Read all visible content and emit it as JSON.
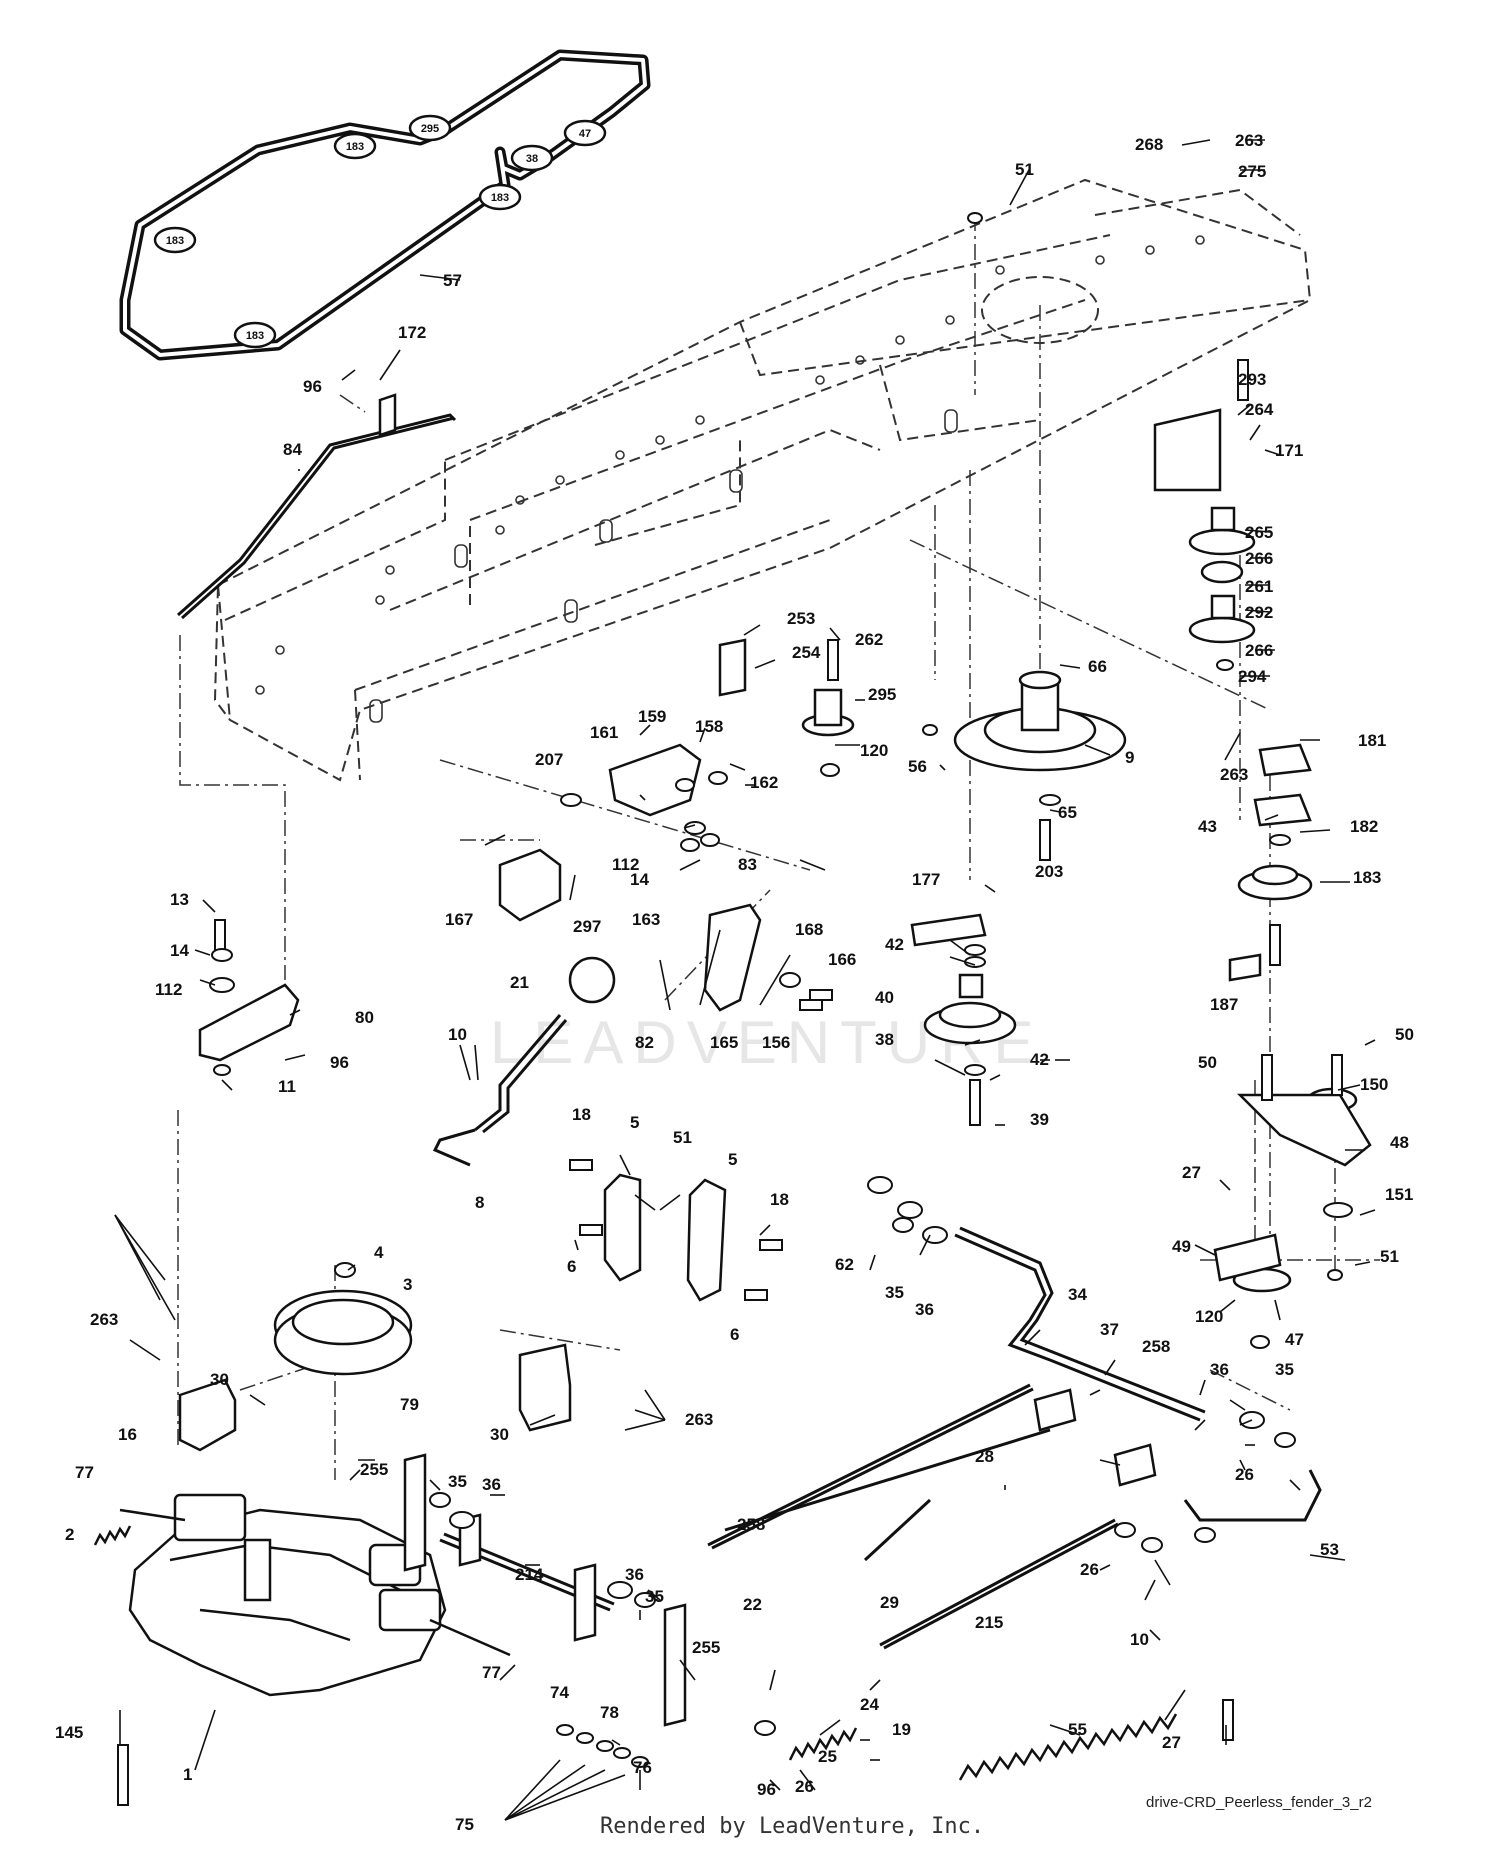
{
  "watermark": "LEADVENTURE",
  "footer": {
    "drawing_code": "drive-CRD_Peerless_fender_3_r2",
    "credit": "Rendered by LeadVenture, Inc."
  },
  "colors": {
    "ink": "#111111",
    "frame_dash": "#333333",
    "watermark": "#e6e6e6",
    "background": "#ffffff"
  },
  "belt_pulleys": [
    {
      "id": "183a",
      "label": "183"
    },
    {
      "id": "295",
      "label": "295"
    },
    {
      "id": "47",
      "label": "47"
    },
    {
      "id": "38",
      "label": "38"
    },
    {
      "id": "183b",
      "label": "183"
    },
    {
      "id": "183c",
      "label": "183"
    },
    {
      "id": "183d",
      "label": "183"
    }
  ],
  "part_labels": [
    {
      "id": "p57",
      "text": "57"
    },
    {
      "id": "p268",
      "text": "268"
    },
    {
      "id": "p263a",
      "text": "263"
    },
    {
      "id": "p275",
      "text": "275"
    },
    {
      "id": "p51a",
      "text": "51"
    },
    {
      "id": "p172",
      "text": "172"
    },
    {
      "id": "p96a",
      "text": "96"
    },
    {
      "id": "p84",
      "text": "84"
    },
    {
      "id": "p293",
      "text": "293"
    },
    {
      "id": "p264",
      "text": "264"
    },
    {
      "id": "p171",
      "text": "171"
    },
    {
      "id": "p265",
      "text": "265"
    },
    {
      "id": "p266a",
      "text": "266"
    },
    {
      "id": "p261",
      "text": "261"
    },
    {
      "id": "p292",
      "text": "292"
    },
    {
      "id": "p266b",
      "text": "266"
    },
    {
      "id": "p294",
      "text": "294"
    },
    {
      "id": "p253",
      "text": "253"
    },
    {
      "id": "p254",
      "text": "254"
    },
    {
      "id": "p262",
      "text": "262"
    },
    {
      "id": "p66",
      "text": "66"
    },
    {
      "id": "p295",
      "text": "295"
    },
    {
      "id": "p120a",
      "text": "120"
    },
    {
      "id": "p56",
      "text": "56"
    },
    {
      "id": "p9",
      "text": "9"
    },
    {
      "id": "p263b",
      "text": "263"
    },
    {
      "id": "p181",
      "text": "181"
    },
    {
      "id": "p159",
      "text": "159"
    },
    {
      "id": "p158",
      "text": "158"
    },
    {
      "id": "p161",
      "text": "161"
    },
    {
      "id": "p207",
      "text": "207"
    },
    {
      "id": "p162",
      "text": "162"
    },
    {
      "id": "p65",
      "text": "65"
    },
    {
      "id": "p43",
      "text": "43"
    },
    {
      "id": "p182",
      "text": "182"
    },
    {
      "id": "p112a",
      "text": "112"
    },
    {
      "id": "p14a",
      "text": "14"
    },
    {
      "id": "p83",
      "text": "83"
    },
    {
      "id": "p203",
      "text": "203"
    },
    {
      "id": "p177",
      "text": "177"
    },
    {
      "id": "p183p",
      "text": "183"
    },
    {
      "id": "p13",
      "text": "13"
    },
    {
      "id": "p167",
      "text": "167"
    },
    {
      "id": "p297",
      "text": "297"
    },
    {
      "id": "p163",
      "text": "163"
    },
    {
      "id": "p42a",
      "text": "42"
    },
    {
      "id": "p14b",
      "text": "14"
    },
    {
      "id": "p168",
      "text": "168"
    },
    {
      "id": "p166",
      "text": "166"
    },
    {
      "id": "p187",
      "text": "187"
    },
    {
      "id": "p112b",
      "text": "112"
    },
    {
      "id": "p80",
      "text": "80"
    },
    {
      "id": "p21",
      "text": "21"
    },
    {
      "id": "p40",
      "text": "40"
    },
    {
      "id": "p82",
      "text": "82"
    },
    {
      "id": "p165",
      "text": "165"
    },
    {
      "id": "p156",
      "text": "156"
    },
    {
      "id": "p38",
      "text": "38"
    },
    {
      "id": "p96b",
      "text": "96"
    },
    {
      "id": "p11",
      "text": "11"
    },
    {
      "id": "p10a",
      "text": "10"
    },
    {
      "id": "p42b",
      "text": "42"
    },
    {
      "id": "p50a",
      "text": "50"
    },
    {
      "id": "p50b",
      "text": "50"
    },
    {
      "id": "p150",
      "text": "150"
    },
    {
      "id": "p39",
      "text": "39"
    },
    {
      "id": "p18a",
      "text": "18"
    },
    {
      "id": "p5a",
      "text": "5"
    },
    {
      "id": "p51b",
      "text": "51"
    },
    {
      "id": "p5b",
      "text": "5"
    },
    {
      "id": "p48",
      "text": "48"
    },
    {
      "id": "p8",
      "text": "8"
    },
    {
      "id": "p27a",
      "text": "27"
    },
    {
      "id": "p18b",
      "text": "18"
    },
    {
      "id": "p151",
      "text": "151"
    },
    {
      "id": "p6a",
      "text": "6"
    },
    {
      "id": "p62",
      "text": "62"
    },
    {
      "id": "p49",
      "text": "49"
    },
    {
      "id": "p51c",
      "text": "51"
    },
    {
      "id": "p4",
      "text": "4"
    },
    {
      "id": "p3",
      "text": "3"
    },
    {
      "id": "p35a",
      "text": "35"
    },
    {
      "id": "p36a",
      "text": "36"
    },
    {
      "id": "p34",
      "text": "34"
    },
    {
      "id": "p120b",
      "text": "120"
    },
    {
      "id": "p47",
      "text": "47"
    },
    {
      "id": "p263c",
      "text": "263"
    },
    {
      "id": "p30a",
      "text": "30"
    },
    {
      "id": "p6b",
      "text": "6"
    },
    {
      "id": "p37",
      "text": "37"
    },
    {
      "id": "p258a",
      "text": "258"
    },
    {
      "id": "p36b",
      "text": "36"
    },
    {
      "id": "p35b",
      "text": "35"
    },
    {
      "id": "p16",
      "text": "16"
    },
    {
      "id": "p79",
      "text": "79"
    },
    {
      "id": "p30b",
      "text": "30"
    },
    {
      "id": "p263d",
      "text": "263"
    },
    {
      "id": "p77a",
      "text": "77"
    },
    {
      "id": "p255a",
      "text": "255"
    },
    {
      "id": "p28",
      "text": "28"
    },
    {
      "id": "p26a",
      "text": "26"
    },
    {
      "id": "p35c",
      "text": "35"
    },
    {
      "id": "p36c",
      "text": "36"
    },
    {
      "id": "p2",
      "text": "2"
    },
    {
      "id": "p258b",
      "text": "258"
    },
    {
      "id": "p53",
      "text": "53"
    },
    {
      "id": "p214",
      "text": "214"
    },
    {
      "id": "p26b",
      "text": "26"
    },
    {
      "id": "p36d",
      "text": "36"
    },
    {
      "id": "p35d",
      "text": "35"
    },
    {
      "id": "p22",
      "text": "22"
    },
    {
      "id": "p29",
      "text": "29"
    },
    {
      "id": "p10b",
      "text": "10"
    },
    {
      "id": "p215",
      "text": "215"
    },
    {
      "id": "p255b",
      "text": "255"
    },
    {
      "id": "p27b",
      "text": "27"
    },
    {
      "id": "p77b",
      "text": "77"
    },
    {
      "id": "p145",
      "text": "145"
    },
    {
      "id": "p74",
      "text": "74"
    },
    {
      "id": "p24",
      "text": "24"
    },
    {
      "id": "p19",
      "text": "19"
    },
    {
      "id": "p55",
      "text": "55"
    },
    {
      "id": "p25",
      "text": "25"
    },
    {
      "id": "p78",
      "text": "78"
    },
    {
      "id": "p1",
      "text": "1"
    },
    {
      "id": "p76",
      "text": "76"
    },
    {
      "id": "p96c",
      "text": "96"
    },
    {
      "id": "p26c",
      "text": "26"
    },
    {
      "id": "p75",
      "text": "75"
    }
  ]
}
